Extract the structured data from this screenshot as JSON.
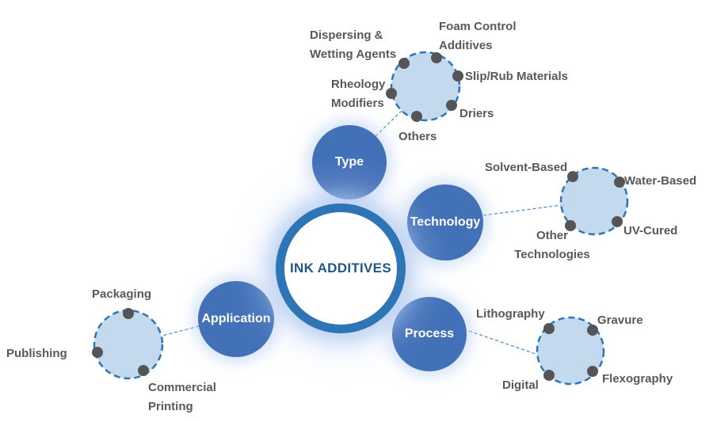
{
  "center": {
    "label": "INK ADDITIVES"
  },
  "colors": {
    "category_fill": "#4371B8",
    "category_text": "#FFFFFF",
    "center_border": "#2E75B6",
    "center_text": "#1F5788",
    "satellite_fill": "#C3DAEE",
    "satellite_border": "#2E75B6",
    "connector": "#4A86C8",
    "dot": "#555558",
    "label_text": "#595959"
  },
  "categories": [
    {
      "label": "Type",
      "items": [
        "Dispersing & Wetting Agents",
        "Foam Control Additives",
        "Rheology Modifiers",
        "Slip/Rub Materials",
        "Driers",
        "Others"
      ]
    },
    {
      "label": "Technology",
      "items": [
        "Solvent-Based",
        "Water-Based",
        "UV-Cured",
        "Other Technologies"
      ]
    },
    {
      "label": "Process",
      "items": [
        "Lithography",
        "Gravure",
        "Flexography",
        "Digital"
      ]
    },
    {
      "label": "Application",
      "items": [
        "Packaging",
        "Publishing",
        "Commercial Printing"
      ]
    }
  ]
}
